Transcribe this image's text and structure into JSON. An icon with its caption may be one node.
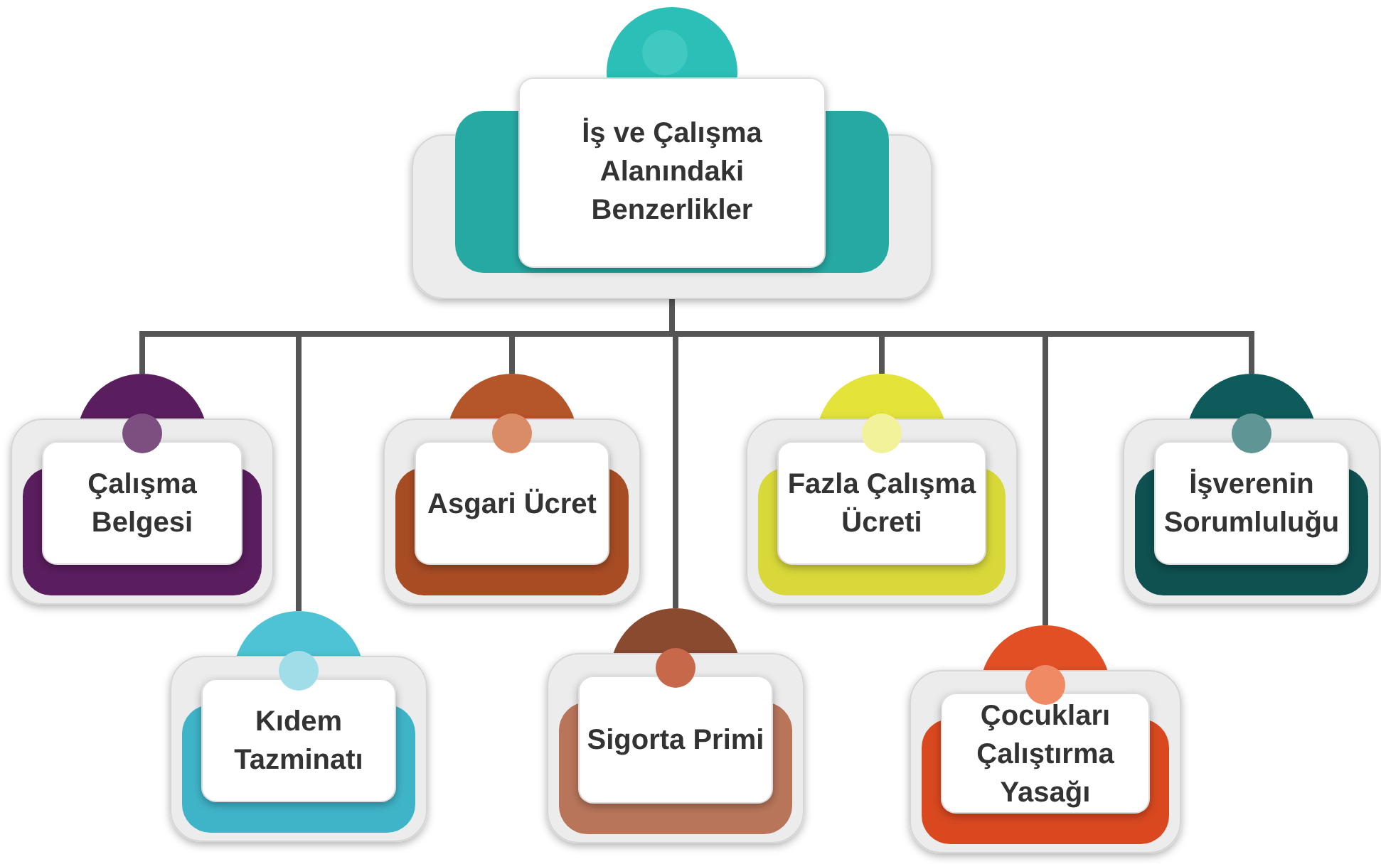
{
  "diagram": {
    "nodes": [
      {
        "text": [
          "İş ve Çalışma Alanındaki Benzerlikler"
        ]
      },
      {
        "text": [
          "Çalışma Belgesi"
        ]
      },
      {
        "text": [
          "Kıdem Tazminatı"
        ]
      },
      {
        "text": [
          "Asgari Ücret"
        ]
      },
      {
        "text": [
          "Sigorta Primi"
        ]
      },
      {
        "text": [
          "Fazla Çalışma Ücreti"
        ]
      },
      {
        "text": [
          "Çocukları Çalıştırma Yasağı"
        ]
      },
      {
        "text": [
          "İşverenin Sorumluluğu"
        ]
      }
    ],
    "edges": [
      {
        "from": 0,
        "to": 1,
        "arrow": "none"
      },
      {
        "from": 0,
        "to": 2,
        "arrow": "none"
      },
      {
        "from": 0,
        "to": 3,
        "arrow": "none"
      },
      {
        "from": 0,
        "to": 4,
        "arrow": "none"
      },
      {
        "from": 0,
        "to": 5,
        "arrow": "none"
      },
      {
        "from": 0,
        "to": 6,
        "arrow": "none"
      },
      {
        "from": 0,
        "to": 7,
        "arrow": "none"
      }
    ]
  }
}
